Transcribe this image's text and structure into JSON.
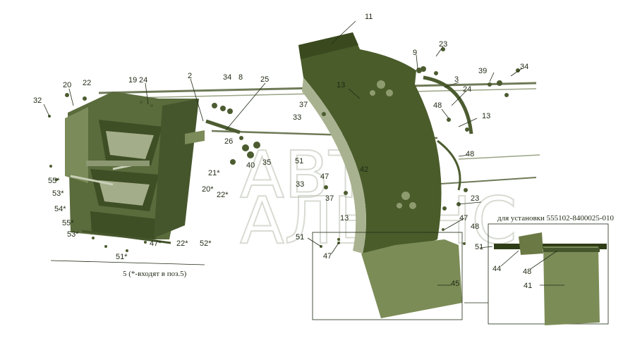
{
  "watermark": {
    "line1": "АВТО",
    "line2": "АЛЬЯНС"
  },
  "captions": {
    "assembly": "5 (*-входят в поз.5)",
    "inset": "для установки 555102-8400025-010"
  },
  "callouts": {
    "c11": "11",
    "c23a": "23",
    "c9": "9",
    "c39": "39",
    "c34b": "34",
    "c3": "3",
    "c24b": "24",
    "c48a": "48",
    "c13b": "13",
    "c13a": "13",
    "c48b": "48",
    "c23b": "23",
    "c47c": "47",
    "c48c": "48",
    "c13c": "13",
    "c37a": "37",
    "c33a": "33",
    "c51a": "51",
    "c42": "42",
    "c47a": "47",
    "c33b": "33",
    "c37b": "37",
    "c51b": "51",
    "c47b": "47",
    "c45": "45",
    "c32": "32",
    "c20": "20",
    "c22": "22",
    "c19": "19",
    "c24a": "24",
    "c2": "2",
    "c34a": "34",
    "c8": "8",
    "c25": "25",
    "c26": "26",
    "c40": "40",
    "c35": "35",
    "c21s": "21*",
    "c20s": "20*",
    "c22sa": "22*",
    "c55sa": "55*",
    "c53sa": "53*",
    "c54s": "54*",
    "c55sb": "55*",
    "c53sb": "53*",
    "c47s": "47*",
    "c22sb": "22*",
    "c52s": "52*",
    "c51s": "51*",
    "c51c": "51",
    "c44": "44",
    "c48d": "48",
    "c41": "41"
  }
}
